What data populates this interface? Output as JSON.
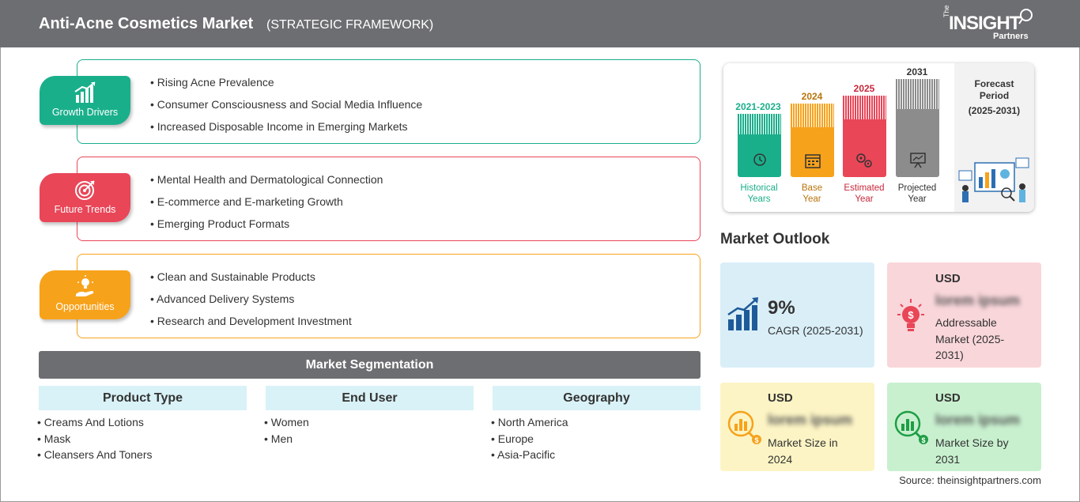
{
  "header": {
    "title": "Anti-Acne Cosmetics Market",
    "subtitle": "(STRATEGIC FRAMEWORK)",
    "logo_the": "The",
    "logo_insight": "INSIGHT",
    "logo_partners": "Partners"
  },
  "factors": [
    {
      "label": "Growth Drivers",
      "color": "#1aaf8b",
      "icon": "bar-chart-icon",
      "items": [
        "Rising Acne Prevalence",
        "Consumer Consciousness and Social Media Influence",
        "Increased Disposable Income in Emerging Markets"
      ]
    },
    {
      "label": "Future Trends",
      "color": "#e94658",
      "icon": "target-icon",
      "items": [
        "Mental Health and Dermatological Connection",
        "E-commerce and E-marketing Growth",
        "Emerging Product Formats"
      ]
    },
    {
      "label": "Opportunities",
      "color": "#f7a21b",
      "icon": "lightbulb-hand-icon",
      "items": [
        "Clean and Sustainable Products",
        "Advanced Delivery Systems",
        "Research and Development Investment"
      ]
    }
  ],
  "segmentation": {
    "title": "Market Segmentation",
    "columns": [
      {
        "heading": "Product Type",
        "items": [
          "Creams And Lotions",
          "Mask",
          "Cleansers And Toners"
        ]
      },
      {
        "heading": "End User",
        "items": [
          "Women",
          "Men"
        ]
      },
      {
        "heading": "Geography",
        "items": [
          "North America",
          "Europe",
          "Asia-Pacific"
        ]
      }
    ]
  },
  "timeline": {
    "periods": [
      {
        "year": "2021-2023",
        "label_line1": "Historical",
        "label_line2": "Years",
        "color": "#1aaf8b",
        "icon": "history-icon"
      },
      {
        "year": "2024",
        "label_line1": "Base",
        "label_line2": "Year",
        "color": "#f7a21b",
        "icon": "calendar-icon"
      },
      {
        "year": "2025",
        "label_line1": "Estimated",
        "label_line2": "Year",
        "color": "#e94658",
        "icon": "gears-icon"
      },
      {
        "year": "2031",
        "label_line1": "Projected",
        "label_line2": "Year",
        "color": "#8c8c8c",
        "icon": "presentation-icon"
      }
    ],
    "forecast_title_line1": "Forecast",
    "forecast_title_line2": "Period",
    "forecast_period": "(2025-2031)"
  },
  "outlook": {
    "title": "Market Outlook",
    "cagr": {
      "value": "9%",
      "label": "CAGR (2025-2031)",
      "bg": "#d9eef7"
    },
    "addressable": {
      "usd": "USD",
      "blurred": "lorem ipsum",
      "desc": [
        "Addressable",
        "Market (2025-",
        "2031)"
      ],
      "bg": "#f9d6da"
    },
    "size2024": {
      "usd": "USD",
      "blurred": "lorem ipsum",
      "desc": [
        "Market Size in",
        "2024"
      ],
      "bg": "#fcf4c4"
    },
    "size2031": {
      "usd": "USD",
      "blurred": "lorem ipsum",
      "desc": [
        "Market Size by",
        "2031"
      ],
      "bg": "#c8f0cf"
    }
  },
  "source": "Source: theinsightpartners.com"
}
